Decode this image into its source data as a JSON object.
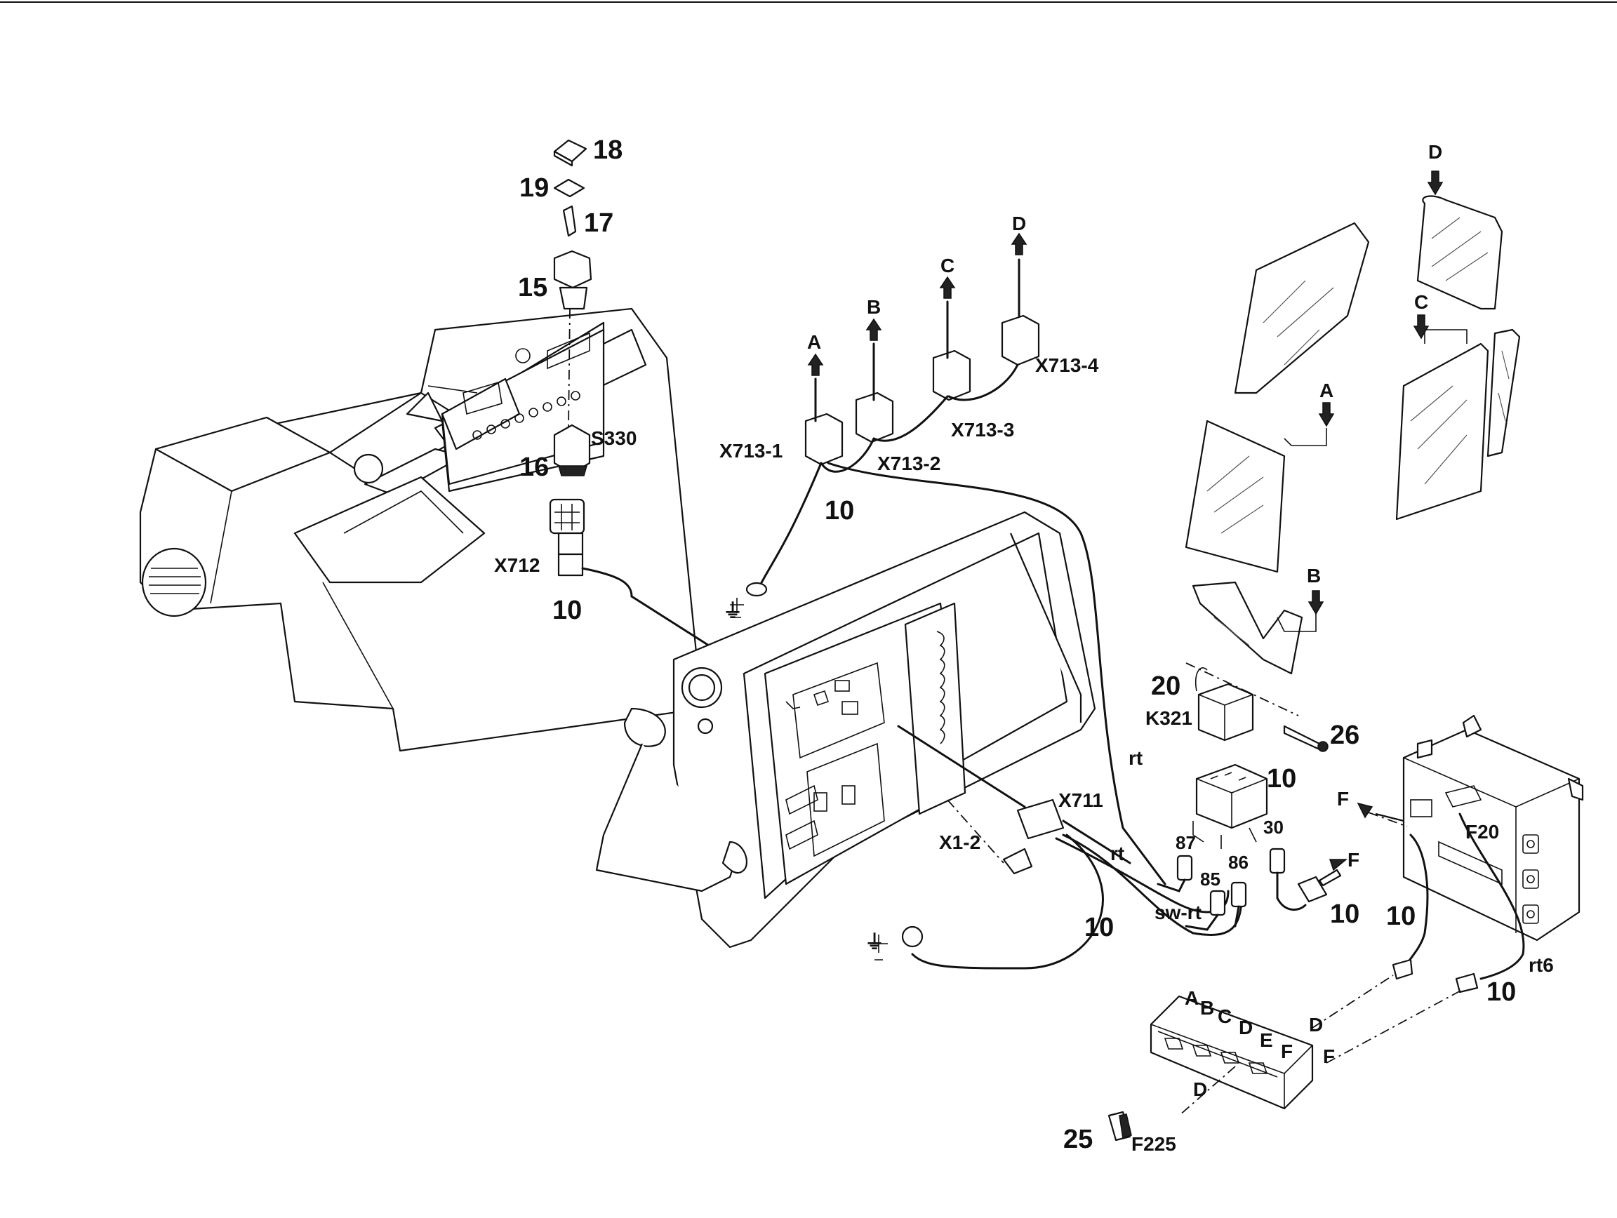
{
  "part_numbers": {
    "p18": "18",
    "p19": "19",
    "p17": "17",
    "p15": "15",
    "p16": "16",
    "p20": "20",
    "p26": "26",
    "p25": "25",
    "wire10": "10"
  },
  "designations": {
    "s330": "S330",
    "x712": "X712",
    "x713_1": "X713-1",
    "x713_2": "X713-2",
    "x713_3": "X713-3",
    "x713_4": "X713-4",
    "x711": "X711",
    "x1_2": "X1-2",
    "k321": "K321",
    "f20": "F20",
    "f225": "F225"
  },
  "wire_colors": {
    "rt": "rt",
    "sw_rt": "sw-rt",
    "rt6": "rt6"
  },
  "relay_terminals": [
    "87",
    "85",
    "86",
    "30"
  ],
  "reference_letters": {
    "a": "A",
    "b": "B",
    "c": "C",
    "d": "D",
    "e": "E",
    "f": "F"
  },
  "symbols": {
    "ground": "⏚"
  },
  "icons": {
    "arrow": "arrow-up-icon",
    "ground": "ground-symbol-icon"
  }
}
